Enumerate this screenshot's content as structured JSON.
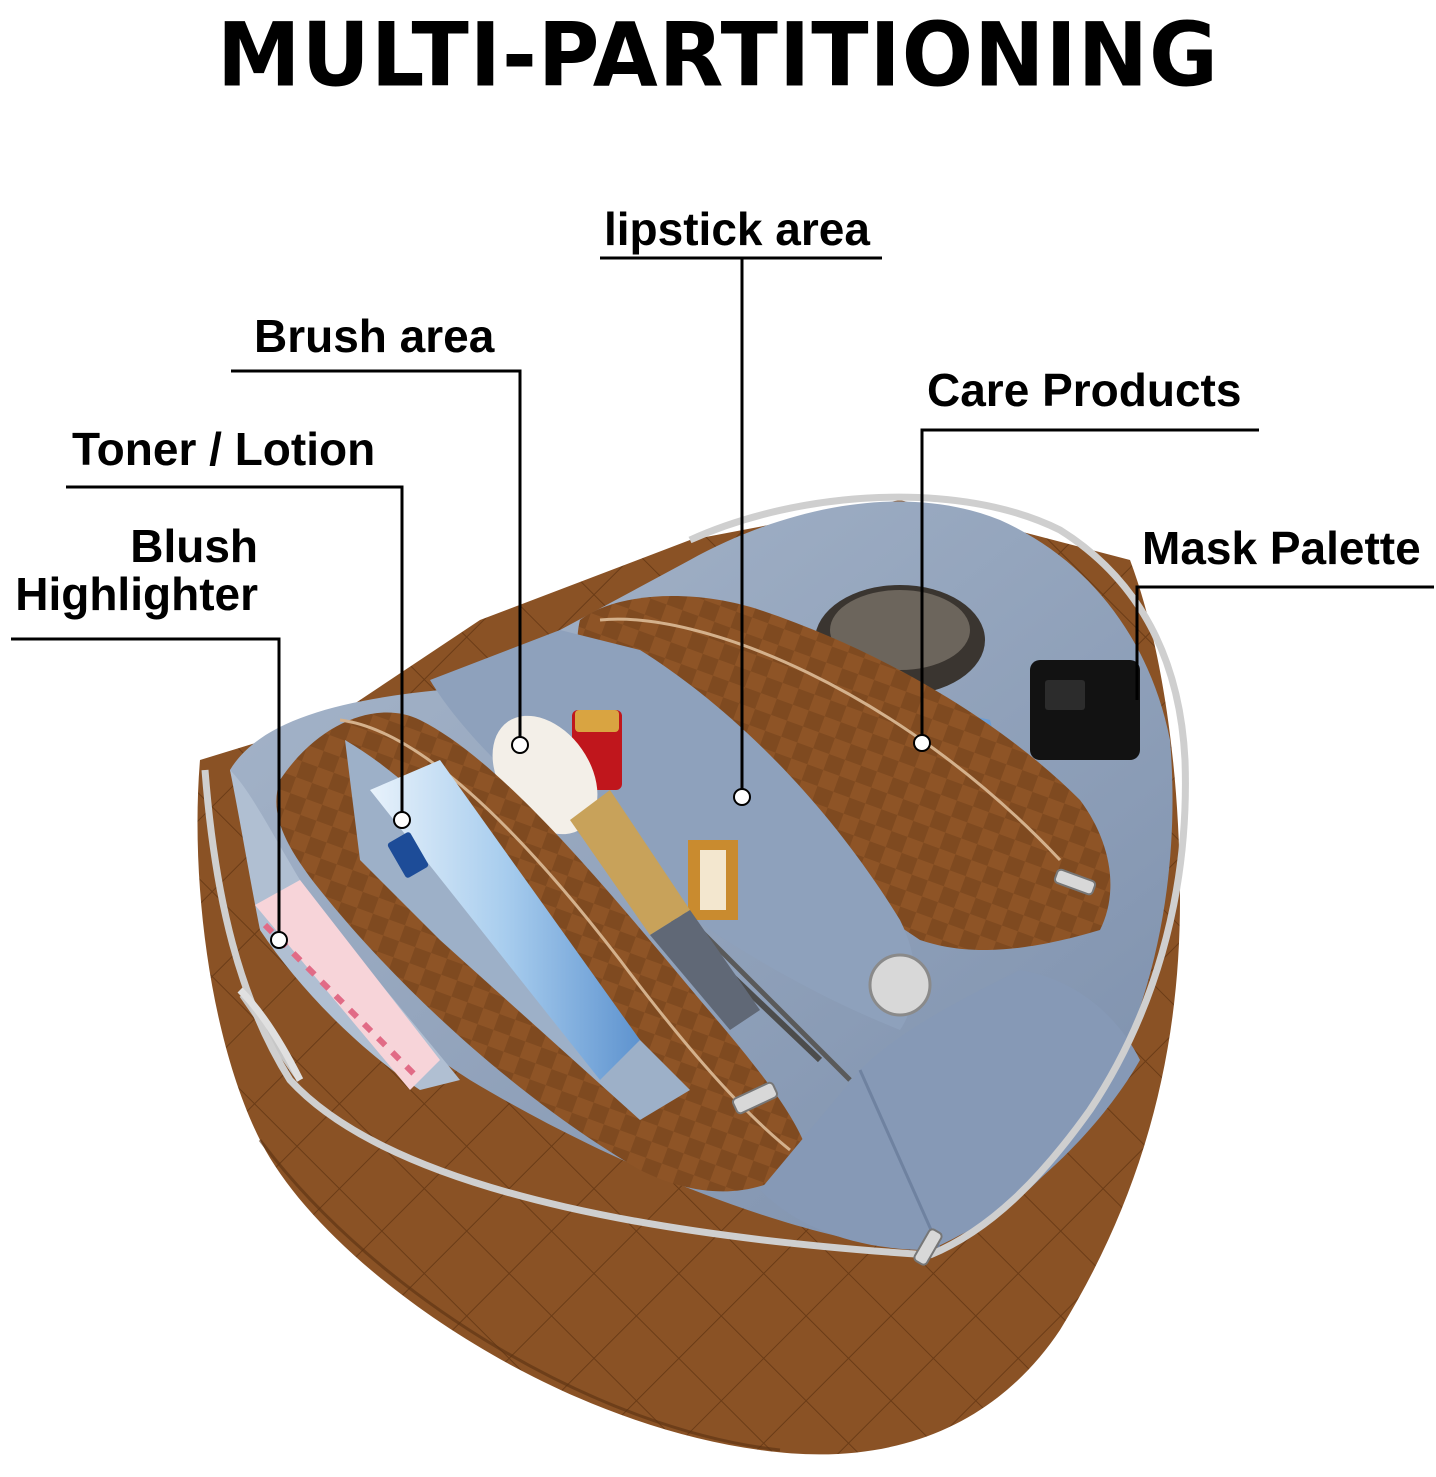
{
  "title": "MULTI-PARTITIONING",
  "labels": {
    "lipstick": "lipstick area",
    "brush": "Brush area",
    "care": "Care Products",
    "toner": "Toner / Lotion",
    "blush_line1": "Blush",
    "blush_line2": "Highlighter",
    "mask": "Mask Palette"
  },
  "colors": {
    "leather": "#8a5225",
    "leather_dark": "#6b3c17",
    "lining": "#8fa3bf",
    "lining_dark": "#6f82a0",
    "zipper": "#c9c9c9"
  }
}
